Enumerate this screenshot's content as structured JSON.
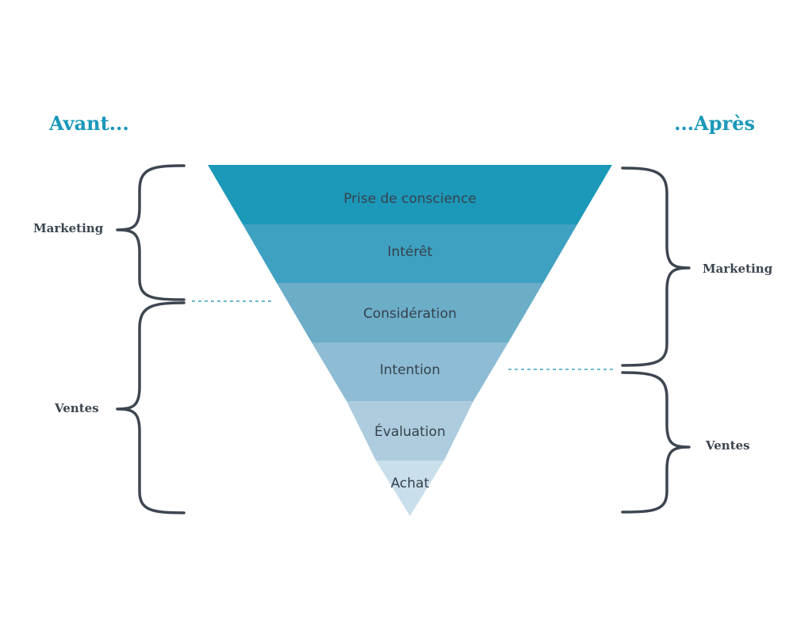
{
  "headings": {
    "before": "Avant...",
    "after": "...Après"
  },
  "before": {
    "marketing_label": "Marketing",
    "sales_label": "Ventes"
  },
  "after": {
    "marketing_label": "Marketing",
    "sales_label": "Ventes"
  },
  "stages": [
    {
      "label": "Prise de conscience",
      "color": "#1c98b9"
    },
    {
      "label": "Intérêt",
      "color": "#3fa1c1"
    },
    {
      "label": "Considération",
      "color": "#6cadc8"
    },
    {
      "label": "Intention",
      "color": "#8dbcd4"
    },
    {
      "label": "Évaluation",
      "color": "#adcddf"
    },
    {
      "label": "Achat",
      "color": "#c9dfeb"
    }
  ],
  "colors": {
    "heading": "#1a98b9",
    "side_label": "#3d4650",
    "brace": "#3d4650",
    "dashed_line": "#3fa1c1",
    "stage_text": "#37424d"
  }
}
